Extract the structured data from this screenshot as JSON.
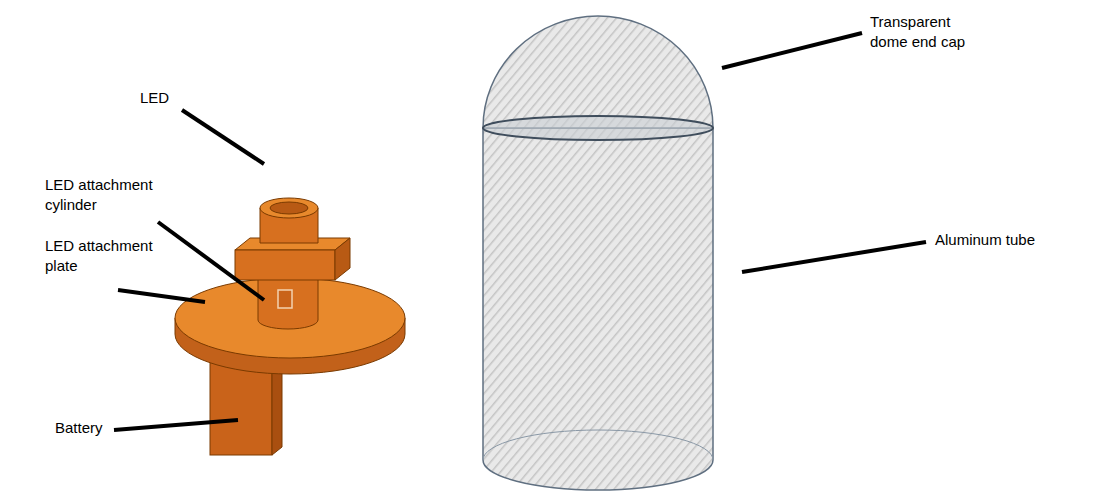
{
  "diagram": {
    "labels": [
      "Transparent dome end cap",
      "LED",
      "Aluminum tube",
      "LED attachment cylinder",
      "LED attachment plate",
      "Battery"
    ]
  }
}
